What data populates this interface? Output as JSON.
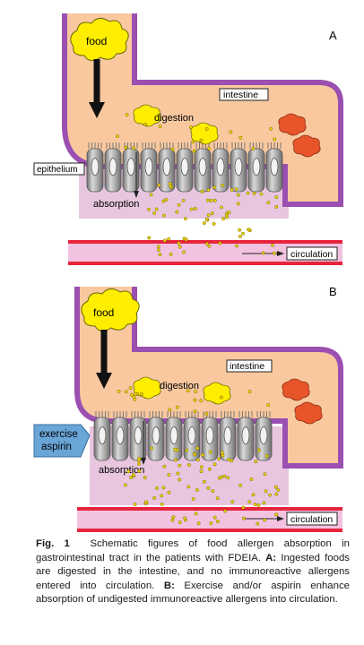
{
  "panels": [
    {
      "letter": "A",
      "labels": {
        "food": "food",
        "intestine": "intestine",
        "digestion": "digestion",
        "epithelium": "epithelium",
        "absorption": "absorption",
        "circulation": "circulation"
      }
    },
    {
      "letter": "B",
      "labels": {
        "food": "food",
        "intestine": "intestine",
        "digestion": "digestion",
        "absorption": "absorption",
        "circulation": "circulation",
        "trigger_line1": "exercise",
        "trigger_line2": "aspirin"
      }
    }
  ],
  "caption": {
    "label": "Fig. 1",
    "text_intro": "Schematic figures of food allergen absorption in gastrointestinal tract in the patients with FDEIA.",
    "a_label": "A:",
    "a_text": "Ingested foods are digested in the intestine, and no immunoreactive allergens entered into circulation.",
    "b_label": "B:",
    "b_text": "Exercise and/or aspirin enhance absorption of undigested immunoreactive allergens into circulation."
  },
  "colors": {
    "intestine_wall": "#9b4fb0",
    "lumen": "#f9c89f",
    "lamina": "#e8c6df",
    "vessel": "#e8243c",
    "cell": "#a0a0a0",
    "food_cloud": "#ffee00",
    "allergen_red": "#e8552a",
    "trigger_box": "#6aa5d8",
    "dots": "#f2d200"
  }
}
